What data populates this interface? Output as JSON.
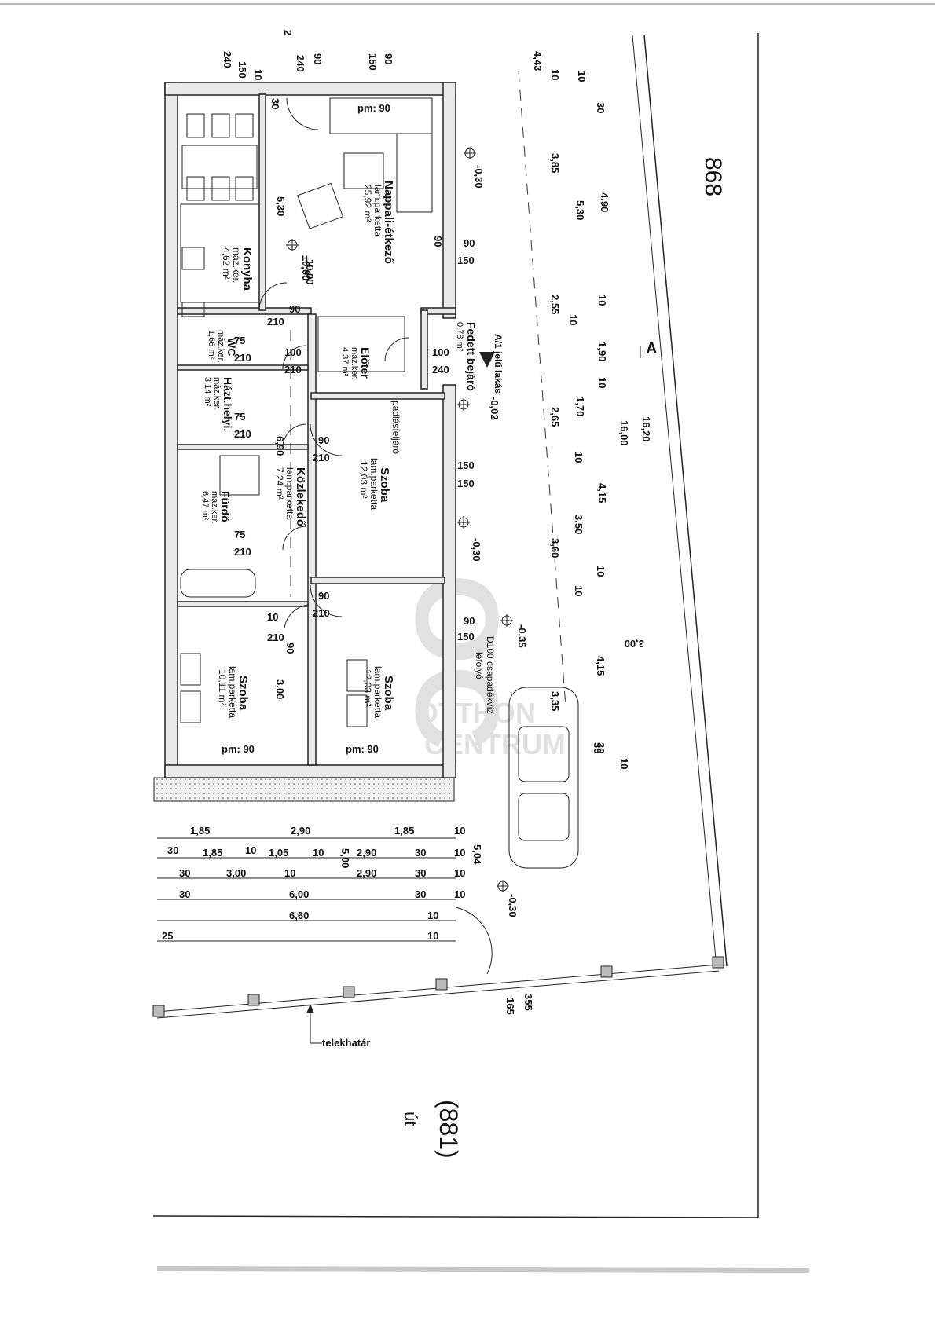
{
  "sheet": {
    "plot_number": "868",
    "road_number": "(881)",
    "road_label": "út",
    "boundary_label": "telekhatár",
    "section_marker": "A",
    "watermark_top": "OC",
    "watermark_mid": "OTTHON",
    "watermark_bot": "CENTRUM"
  },
  "rooms": [
    {
      "name": "Nappali-étkező",
      "floor": "lam.parketta",
      "area": "25,92 m²"
    },
    {
      "name": "Konyha",
      "floor": "máz.ker.",
      "area": "4,62 m²"
    },
    {
      "name": "WC",
      "floor": "máz.ker.",
      "area": "1,66 m²"
    },
    {
      "name": "Házt.helyi.",
      "floor": "máz.ker.",
      "area": "3,14 m²"
    },
    {
      "name": "Fürdő",
      "floor": "máz.ker.",
      "area": "6,47 m²"
    },
    {
      "name": "Közlekedő",
      "floor": "lam.parketta",
      "area": "7,24 m²"
    },
    {
      "name": "Előtér",
      "floor": "máz.ker.",
      "area": "4,37 m²"
    },
    {
      "name": "Szoba",
      "floor": "lam.parketta",
      "area": "12,03 m²"
    },
    {
      "name": "Szoba",
      "floor": "lam.parketta",
      "area": "12,03 m²"
    },
    {
      "name": "Szoba",
      "floor": "lam.parketta",
      "area": "10,11 m²"
    },
    {
      "name": "Fedett bejáró",
      "floor": "",
      "area": "0,78 m²"
    }
  ],
  "notes": {
    "entrance": "A/1 jelű lakás",
    "attic": "padlásfeljáró",
    "drain_1": "D100 csapadékvíz",
    "drain_2": "lefolyó",
    "pm": "pm: 90"
  },
  "levels": [
    "-0,30",
    "-0,30",
    "-0,35",
    "-0,30",
    "±0,00",
    "-0,02"
  ],
  "dims_top": [
    "240",
    "150",
    "10",
    "30",
    "240",
    "90",
    "150",
    "90",
    "2"
  ],
  "dims_right_chain": [
    "4,43",
    "10",
    "3,85",
    "2,55",
    "10",
    "1,70",
    "2,65",
    "10",
    "3,50",
    "3,60",
    "10",
    "3,35",
    "30"
  ],
  "dims_right_mid": [
    "10",
    "30",
    "5,30",
    "10",
    "1,90",
    "10",
    "4,15",
    "10",
    "4,15",
    "30",
    "10"
  ],
  "dims_right_total": [
    "4,90",
    "16,00",
    "16,20"
  ],
  "dims_inner": [
    "5,30",
    "10,00",
    "6,90",
    "3,00",
    "3,00"
  ],
  "dims_bottom_rows": [
    [
      "1,85",
      "2,90",
      "1,85",
      "10"
    ],
    [
      "30",
      "1,85",
      "10",
      "1,05",
      "10",
      "2,90",
      "30",
      "10"
    ],
    [
      "30",
      "3,00",
      "10",
      "2,90",
      "30",
      "10"
    ],
    [
      "30",
      "6,00",
      "30",
      "10"
    ],
    [
      "6,60",
      "10"
    ],
    [
      "25",
      "10"
    ]
  ],
  "dims_misc": [
    "5,00",
    "5,04",
    "165",
    "355",
    "3,00",
    "pm 90",
    "pm 90",
    "pm 90",
    "90",
    "150",
    "150",
    "150",
    "90",
    "150",
    "75",
    "210",
    "75",
    "210",
    "75",
    "210",
    "90",
    "210",
    "100",
    "210",
    "100",
    "240",
    "90",
    "210",
    "90",
    "210",
    "10",
    "210",
    "90"
  ]
}
